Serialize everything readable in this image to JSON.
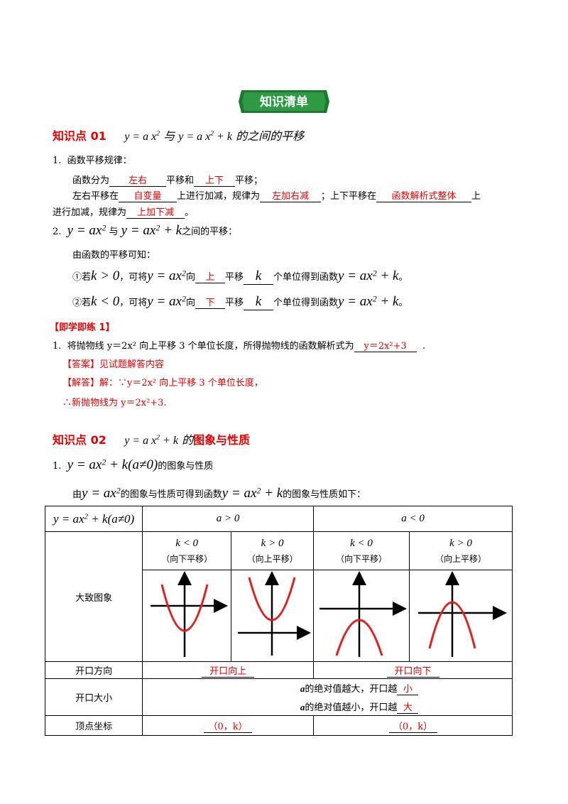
{
  "banner": {
    "title": "知识清单",
    "bg": "#1a7a2e"
  },
  "kp1": {
    "label": "知识点 01",
    "formula_a": "y = a x",
    "and": "与",
    "formula_b": "y = a x",
    "formula_b_tail": " + k",
    "suffix": "的之间的平移",
    "item1": {
      "num": "1.",
      "title": "函数平移规律：",
      "line1_a": "函数分为",
      "ans_left_right": "左右",
      "line1_b": "平移和",
      "ans_up_down": "上下",
      "line1_c": "平移；",
      "line2_a": "左右平移在",
      "ans_var": "自变量",
      "line2_b": "上进行加减，规律为",
      "ans_rule1": "左加右减",
      "line2_c": "；上下平移在",
      "ans_whole": "函数解析式整体",
      "line2_d": "上",
      "line3_a": "进行加减，规律为",
      "ans_rule2": "上加下减",
      "line3_b": "。"
    },
    "item2": {
      "num": "2.",
      "f1": "y = ax",
      "and": "与",
      "f2": "y = ax",
      "f2_tail": " + k",
      "tail": "之间的平移：",
      "intro": "由函数的平移可知：",
      "c1_a": "①若",
      "c1_cond": "k > 0",
      "c1_b": "，可将",
      "c1_f": "y = ax",
      "c1_c": "向",
      "c1_ans": "上",
      "c1_d": "平移",
      "c1_k": "k",
      "c1_e": "个单位得到函数",
      "c1_g": "y = ax",
      "c1_g_tail": " + k",
      "c1_end": "。",
      "c2_a": "②若",
      "c2_cond": "k < 0",
      "c2_b": "，可将",
      "c2_f": "y = ax",
      "c2_c": "向",
      "c2_ans": "下",
      "c2_d": "平移",
      "c2_k": "k",
      "c2_e": "个单位得到函数",
      "c2_g": "y = ax",
      "c2_g_tail": " + k",
      "c2_end": "。"
    }
  },
  "practice": {
    "header": "【即学即练 1】",
    "q_num": "1.",
    "q_text": "将抛物线 y＝2x² 向上平移 3 个单位长度，所得抛物线的函数解析式为",
    "q_ans": "y＝2x²+3",
    "q_end": ".",
    "answer": "【答案】见试题解答内容",
    "solution": "【解答】解：∵y＝2x² 向上平移 3 个单位长度，",
    "conclusion": "∴新抛物线为 y＝2x²+3."
  },
  "kp2": {
    "label": "知识点 02",
    "formula": "y = a x",
    "formula_tail": " + k",
    "de": "的",
    "suffix": "图象与性质",
    "item1": {
      "num": "1.",
      "f": "y = ax",
      "f_tail": " + k(a≠0)",
      "tail": "的图象与性质",
      "intro_a": "由",
      "intro_f1": "y = ax",
      "intro_b": "的图象与性质可得到函数",
      "intro_f2": "y = ax",
      "intro_f2_tail": " + k",
      "intro_c": "的图象与性质如下："
    }
  },
  "table": {
    "head_formula": "y = ax",
    "head_formula_tail": " + k(a≠0)",
    "a_pos": "a > 0",
    "a_neg": "a < 0",
    "cols": [
      {
        "cond": "k < 0",
        "shift": "（向下平移）"
      },
      {
        "cond": "k > 0",
        "shift": "（向上平移）"
      },
      {
        "cond": "k < 0",
        "shift": "（向下平移）"
      },
      {
        "cond": "k > 0",
        "shift": "（向上平移）"
      }
    ],
    "row_graph": "大致图象",
    "row_open_dir": "开口方向",
    "open_up": "开口向上",
    "open_down": "开口向下",
    "row_open_size": "开口大小",
    "size_line1_a": "a",
    "size_line1_b": "的绝对值越大，开口越",
    "size_line1_ans": "小",
    "size_line2_a": "a",
    "size_line2_b": "的绝对值越小，开口越",
    "size_line2_ans": "大",
    "row_vertex": "顶点坐标",
    "vertex_pos": "（0，k）",
    "vertex_neg": "（0，k）"
  },
  "colors": {
    "curve": "#e02020",
    "answer": "#e60000"
  }
}
